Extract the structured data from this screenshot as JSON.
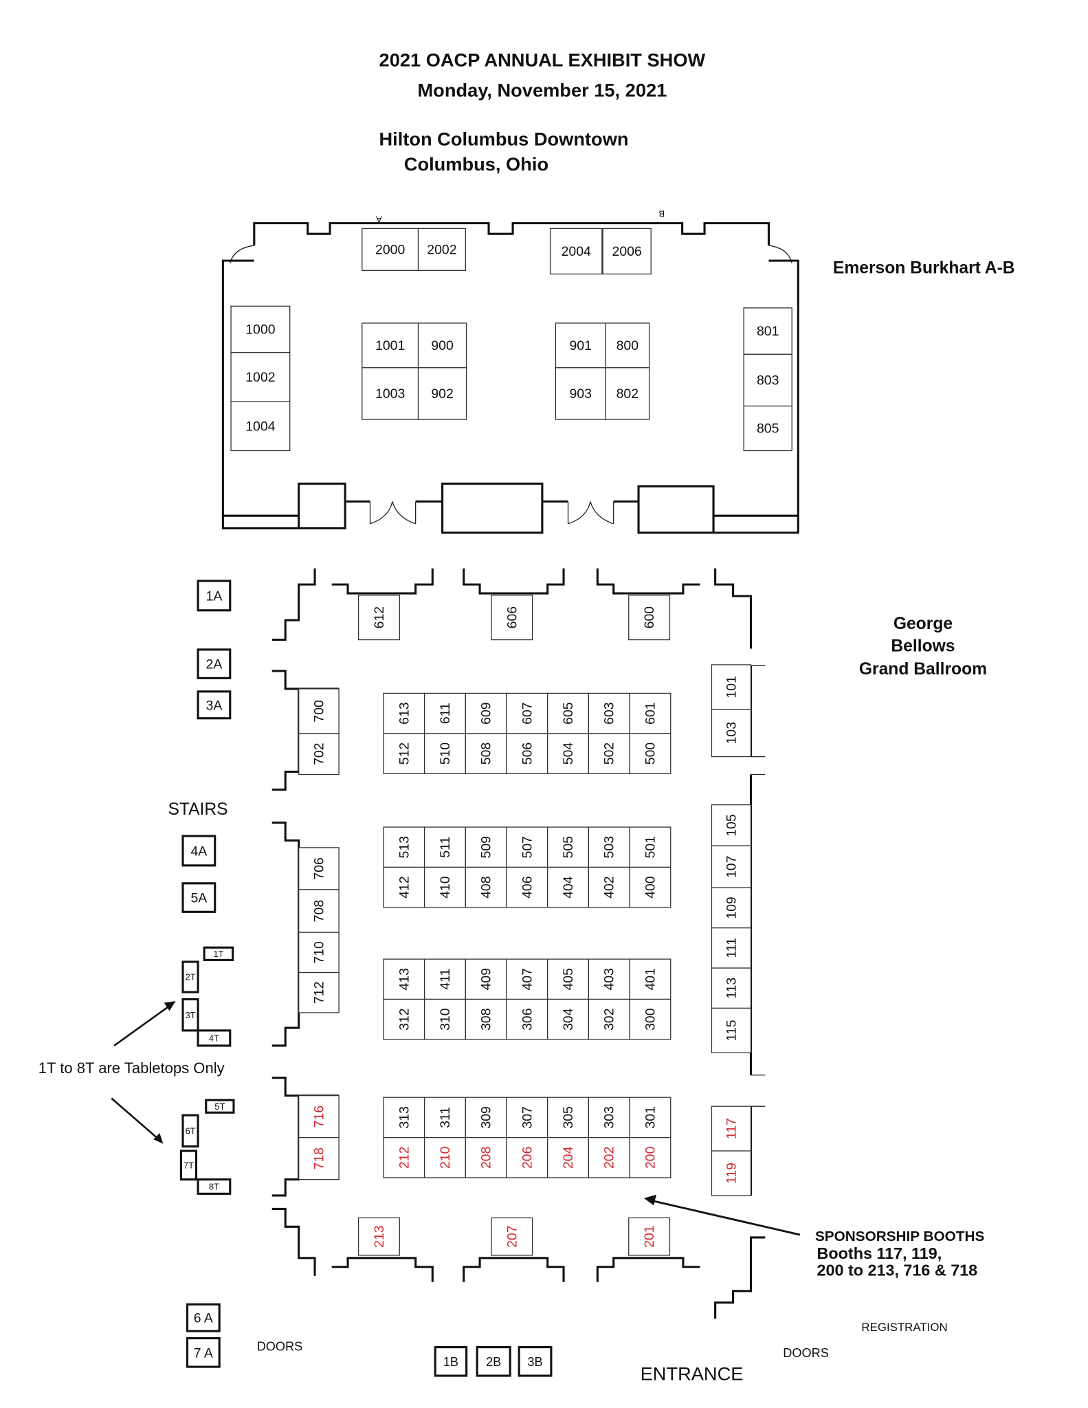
{
  "header": {
    "title": "2021 OACP ANNUAL  EXHIBIT SHOW",
    "date": "Monday, November 15, 2021",
    "venue": "Hilton Columbus  Downtown",
    "city": "Columbus, Ohio"
  },
  "upper_room": {
    "name": "Emerson Burkhart A-B",
    "door_labels": [
      "A",
      "B"
    ],
    "booths": {
      "top": [
        "2000",
        "2002",
        "2004",
        "2006"
      ],
      "left": [
        "1000",
        "1002",
        "1004"
      ],
      "center_left": [
        "1001",
        "900",
        "1003",
        "902"
      ],
      "center_right": [
        "901",
        "800",
        "903",
        "802"
      ],
      "right": [
        "801",
        "803",
        "805"
      ]
    }
  },
  "ballroom": {
    "name_lines": [
      "George",
      "Bellows",
      "Grand Ballroom"
    ],
    "top_booths": [
      "612",
      "606",
      "600"
    ],
    "left_booths": [
      "700",
      "702",
      "706",
      "708",
      "710",
      "712",
      "716",
      "718"
    ],
    "right_booths": [
      "101",
      "103",
      "105",
      "107",
      "109",
      "111",
      "113",
      "115",
      "117",
      "119"
    ],
    "grid": [
      {
        "top": [
          "613",
          "611",
          "609",
          "607",
          "605",
          "603",
          "601"
        ],
        "bottom": [
          "512",
          "510",
          "508",
          "506",
          "504",
          "502",
          "500"
        ]
      },
      {
        "top": [
          "513",
          "511",
          "509",
          "507",
          "505",
          "503",
          "501"
        ],
        "bottom": [
          "412",
          "410",
          "408",
          "406",
          "404",
          "402",
          "400"
        ]
      },
      {
        "top": [
          "413",
          "411",
          "409",
          "407",
          "405",
          "403",
          "401"
        ],
        "bottom": [
          "312",
          "310",
          "308",
          "306",
          "304",
          "302",
          "300"
        ]
      },
      {
        "top": [
          "313",
          "311",
          "309",
          "307",
          "305",
          "303",
          "301"
        ],
        "bottom": [
          "212",
          "210",
          "208",
          "206",
          "204",
          "202",
          "200"
        ]
      }
    ],
    "bottom_booths": [
      "213",
      "207",
      "201"
    ]
  },
  "side": {
    "a_booths": [
      "1A",
      "2A",
      "3A",
      "4A",
      "5A",
      "6 A",
      "7 A"
    ],
    "tabletops": [
      "1T",
      "2T",
      "3T",
      "4T",
      "5T",
      "6T",
      "7T",
      "8T"
    ],
    "b_booths": [
      "1B",
      "2B",
      "3B"
    ],
    "stairs": "STAIRS",
    "tabletop_note": "1T to 8T are Tabletops Only",
    "doors_left": "DOORS",
    "doors_right": "DOORS",
    "entrance": "ENTRANCE",
    "registration": "REGISTRATION"
  },
  "sponsorship": {
    "heading": "SPONSORSHIP BOOTHS",
    "line1": "Booths 117, 119,",
    "line2": "200 to 213, 716 & 718"
  },
  "colors": {
    "sponsor": "#d7262e",
    "ink": "#111111"
  }
}
